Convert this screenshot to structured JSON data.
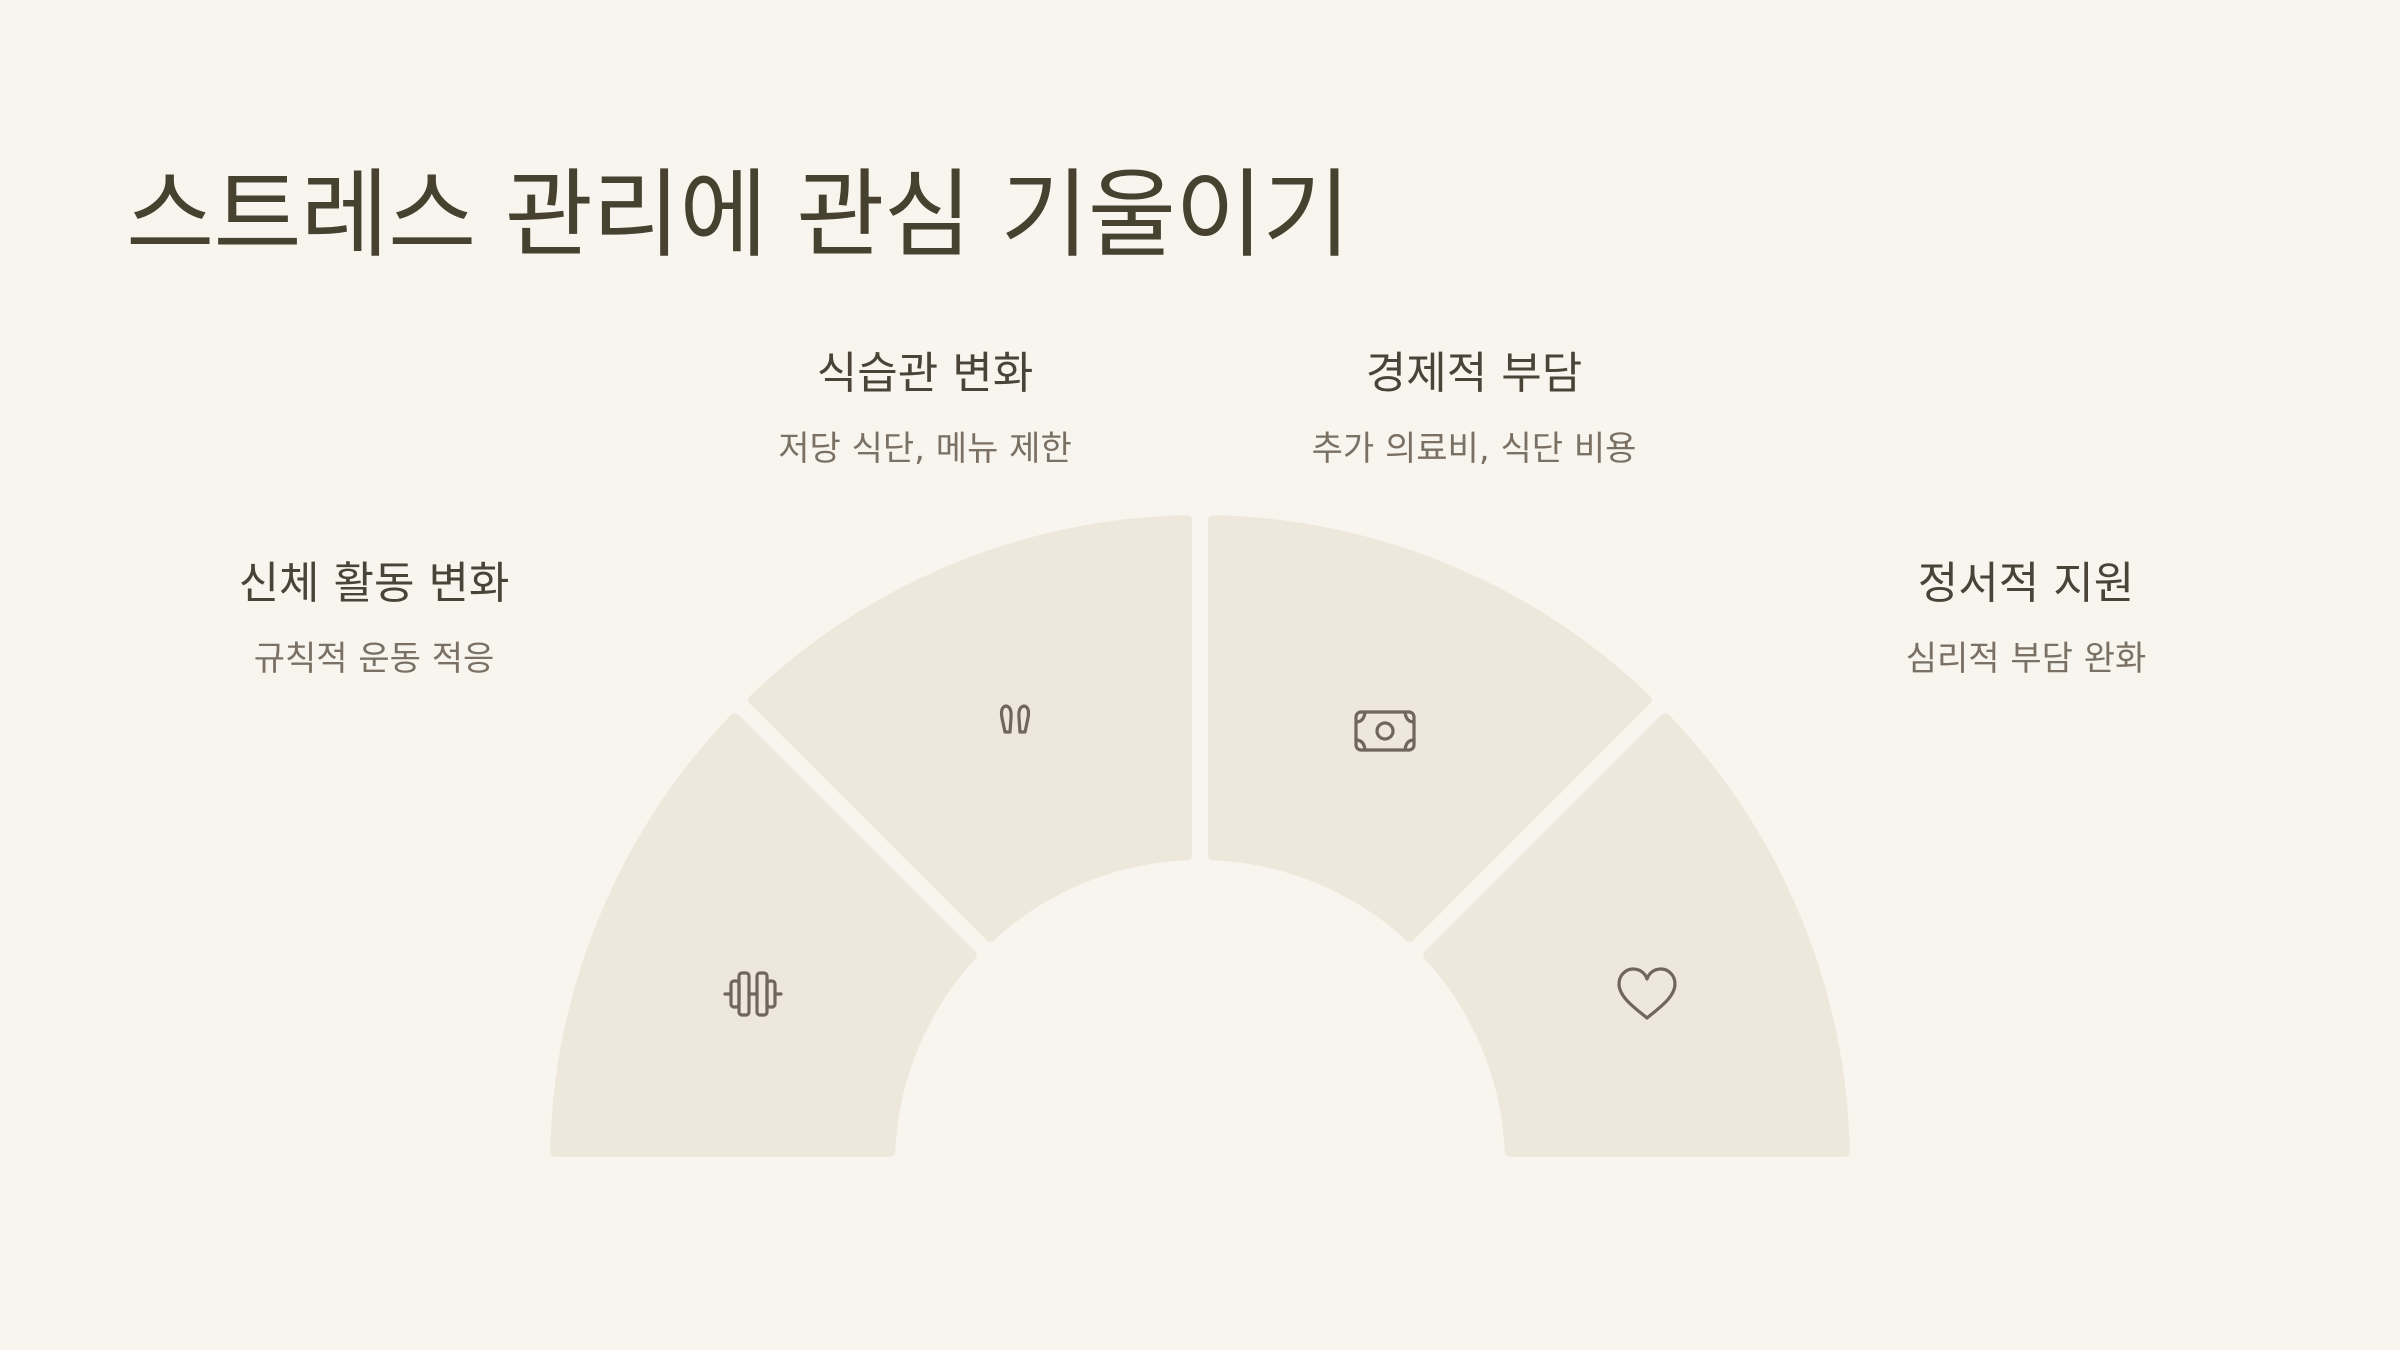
{
  "page": {
    "title": "스트레스 관리에 관심 기울이기"
  },
  "colors": {
    "background": "#f8f5ee",
    "segment_fill": "#eee8dc",
    "icon_stroke": "#6f665c",
    "title_text": "#47412f",
    "desc_text": "#7a7064"
  },
  "segments": [
    {
      "title": "신체 활동 변화",
      "description": "규칙적 운동 적응",
      "icon": "dumbbell-icon"
    },
    {
      "title": "식습관 변화",
      "description": "저당 식단, 메뉴 제한",
      "icon": "footprints-icon"
    },
    {
      "title": "경제적 부담",
      "description": "추가 의료비, 식단 비용",
      "icon": "banknote-icon"
    },
    {
      "title": "정서적 지원",
      "description": "심리적 부담 완화",
      "icon": "heart-icon"
    }
  ]
}
